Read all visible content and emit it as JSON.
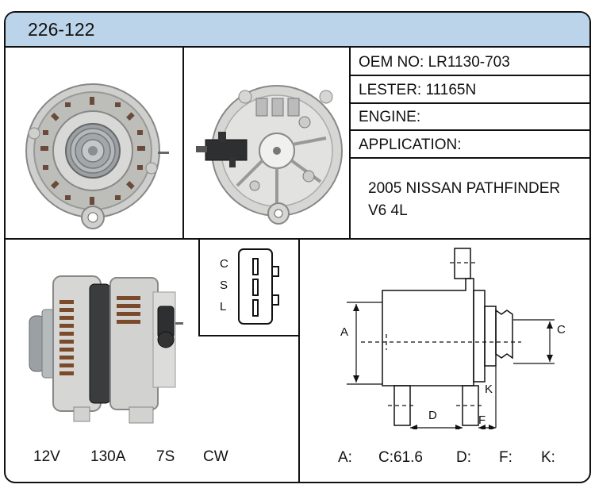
{
  "part_number": "226-122",
  "info": {
    "oem": "OEM NO: LR1130-703",
    "lester": "LESTER: 11165N",
    "engine": "ENGINE:",
    "application": "APPLICATION:",
    "application_line1": "2005 NISSAN PATHFINDER",
    "application_line2": "V6 4L"
  },
  "specs": {
    "voltage": "12V",
    "amperage": "130A",
    "pulley": "7S",
    "rotation": "CW"
  },
  "connector": {
    "pins": [
      "C",
      "S",
      "L"
    ]
  },
  "dimension_labels": {
    "a": "A",
    "c": "C",
    "d": "D",
    "f": "F",
    "k": "K"
  },
  "dimensions": {
    "a": "A:",
    "c": "C:61.6",
    "d": "D:",
    "f": "F:",
    "k": "K:"
  }
}
